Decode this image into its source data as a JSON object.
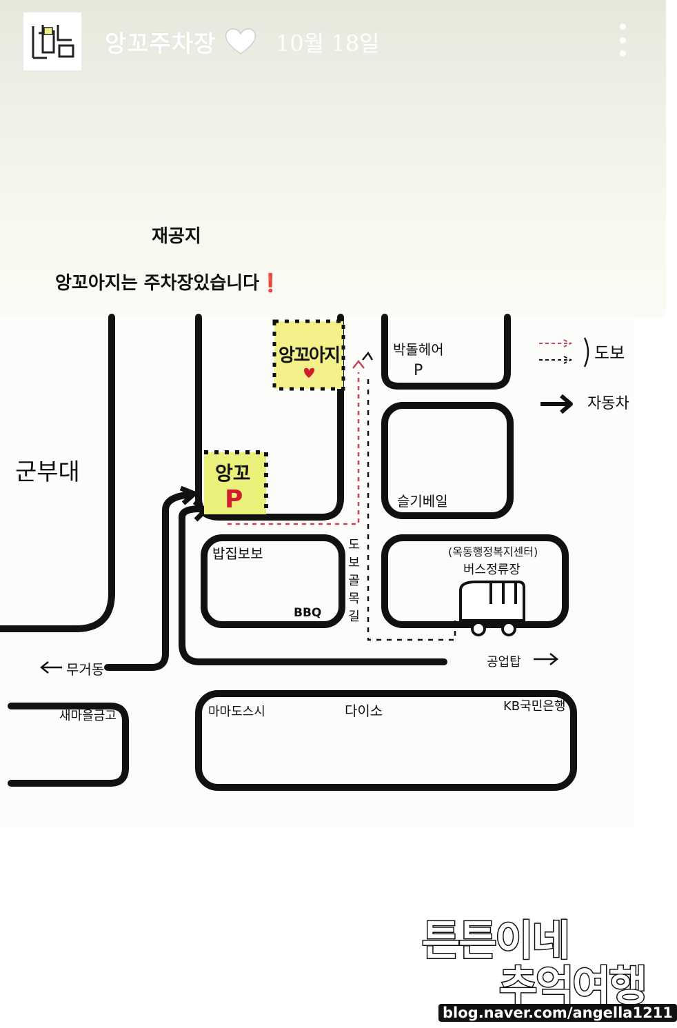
{
  "header": {
    "username": "앙꼬주차장",
    "date": "10월 18일"
  },
  "notice": {
    "title": "재공지",
    "text": "앙꼬아지는 주차장있습니다",
    "emoji": "❗"
  },
  "map": {
    "labels": {
      "military_base": "군부대",
      "angkko_aji": "앙꼬아지",
      "angkko": "앙꼬",
      "parking_mark": "P",
      "bakdol_hair": "박돌헤어",
      "bakdol_parking": "P",
      "seulgi_bail": "슬기베일",
      "bapjip_bobo": "밥집보보",
      "bbq": "BBQ",
      "community_center": "(옥동행정복지센터)",
      "bus_stop": "버스정류장",
      "alley": "도보골목길",
      "mugeo_dong": "무거동",
      "gongeop_tap": "공업탑",
      "saemaeul": "새마을금고",
      "mamado_sushi": "마마도스시",
      "daiso": "다이소",
      "kb_bank": "KB국민은행"
    },
    "legend": {
      "walk": "도보",
      "car": "자동차"
    },
    "colors": {
      "highlight": "#f4f08a",
      "walk_red": "#c0455a",
      "ink": "#111111"
    }
  },
  "watermark": {
    "line1": "튼튼이네",
    "line2": "추억여행",
    "url": "blog.naver.com/angella1211"
  }
}
